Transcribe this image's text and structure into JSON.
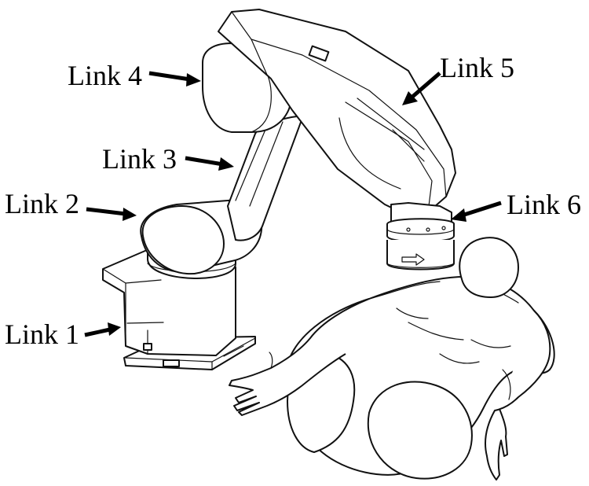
{
  "labels": {
    "link1": "Link 1",
    "link2": "Link 2",
    "link3": "Link 3",
    "link4": "Link 4",
    "link5": "Link 5",
    "link6": "Link 6"
  }
}
